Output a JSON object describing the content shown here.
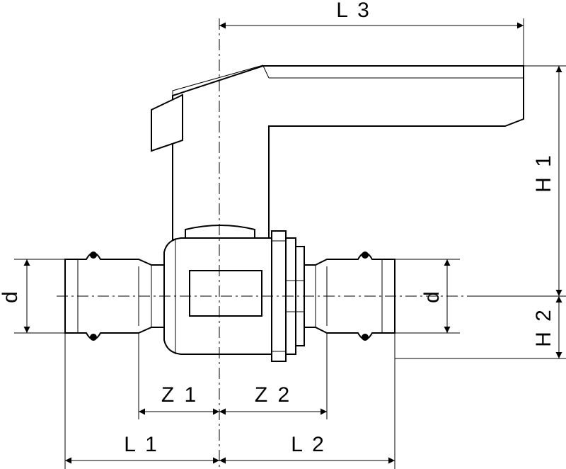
{
  "labels": {
    "L3": "L 3",
    "H1": "H 1",
    "H2": "H 2",
    "Z1": "Z 1",
    "Z2": "Z 2",
    "L1": "L 1",
    "L2": "L 2",
    "d_left": "d",
    "d_right": "d"
  },
  "colors": {
    "line": "#000000",
    "background": "#ffffff"
  }
}
